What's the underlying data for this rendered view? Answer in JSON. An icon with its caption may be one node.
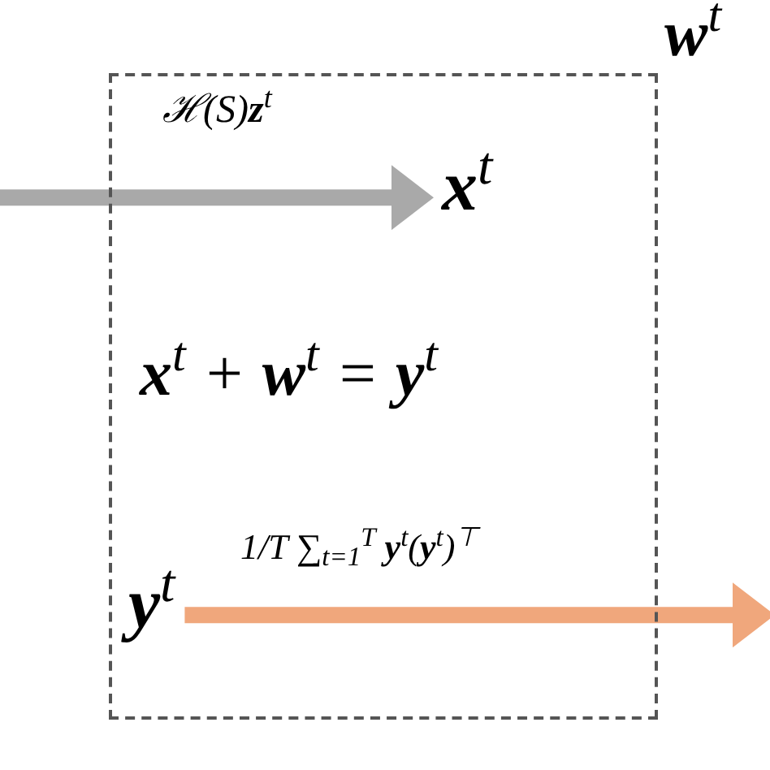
{
  "diagram": {
    "nodes": [
      {
        "text": [
          "**w**$^{t}$"
        ]
      },
      {
        "text": [
          "**x**$^{t}$"
        ],
        "in": 0
      },
      {
        "text": [
          "**y**$^{t}$"
        ],
        "in": 0
      }
    ],
    "edges": [
      {
        "from": null,
        "to": 1,
        "arrow": "to",
        "label": "ℋ(S)**z**$^{t}$",
        "color": "#a9a9a9"
      },
      {
        "from": 2,
        "to": null,
        "arrow": "to",
        "label": "1/T ∑$_{t=1}$$^{T}$ **y**$^{t}$(**y**$^{t}$)$^{⊤}$",
        "color": "#f0a77c"
      }
    ],
    "labels": [
      "**x**$^{t}$ + **w**$^{t}$ = **y**$^{t}$"
    ]
  }
}
